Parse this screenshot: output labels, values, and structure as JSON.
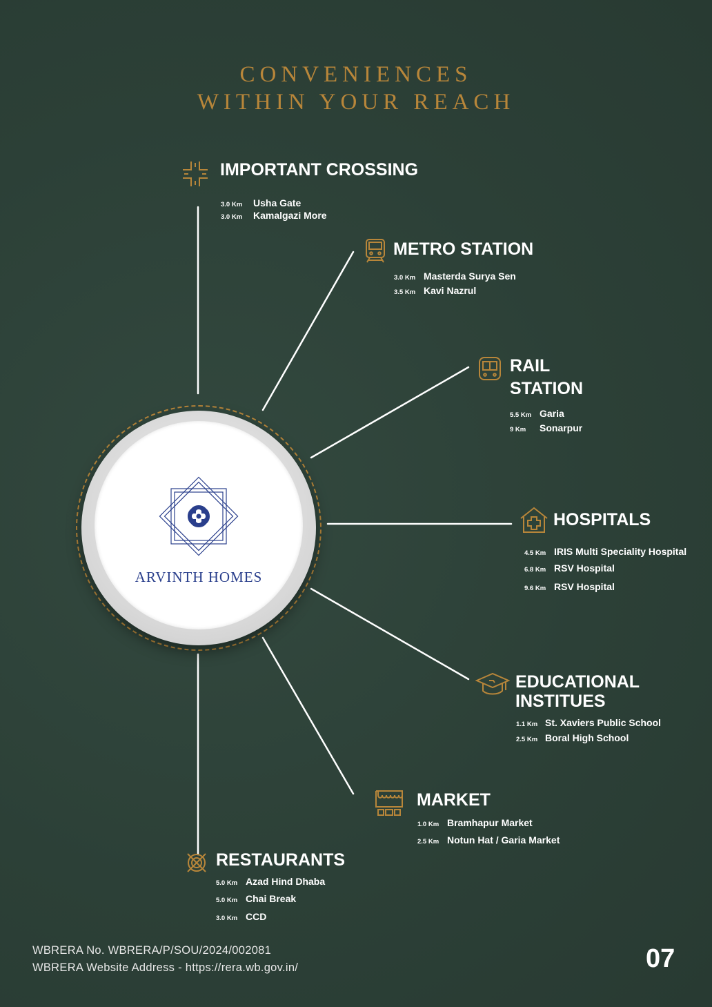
{
  "heading": {
    "line1": "CONVENIENCES",
    "line2": "WITHIN YOUR REACH"
  },
  "brand": {
    "name": "ARVINTH HOMES",
    "logo_icon": "arvinth-homes-logo-icon"
  },
  "colors": {
    "background": "#2d4238",
    "accent": "#b8863a",
    "text": "#ffffff",
    "brand": "#2a3f8c"
  },
  "categories": [
    {
      "icon": "crossroads-icon",
      "title": "IMPORTANT CROSSING",
      "places": [
        {
          "distance": "3.0 Km",
          "name": "Usha Gate"
        },
        {
          "distance": "3.0 Km",
          "name": "Kamalgazi More"
        }
      ]
    },
    {
      "icon": "metro-train-icon",
      "title": "METRO STATION",
      "places": [
        {
          "distance": "3.0 Km",
          "name": "Masterda Surya Sen"
        },
        {
          "distance": "3.5 Km",
          "name": "Kavi Nazrul"
        }
      ]
    },
    {
      "icon": "rail-train-icon",
      "title_line1": "RAIL",
      "title_line2": "STATION",
      "places": [
        {
          "distance": "5.5 Km",
          "name": "Garia"
        },
        {
          "distance": "9 Km",
          "name": "Sonarpur"
        }
      ]
    },
    {
      "icon": "hospital-icon",
      "title": "HOSPITALS",
      "places": [
        {
          "distance": "4.5 Km",
          "name": "IRIS Multi Speciality Hospital"
        },
        {
          "distance": "6.8 Km",
          "name": "RSV Hospital"
        },
        {
          "distance": "9.6 Km",
          "name": "RSV Hospital"
        }
      ]
    },
    {
      "icon": "graduation-cap-icon",
      "title_line1": "EDUCATIONAL",
      "title_line2": "INSTITUES",
      "places": [
        {
          "distance": "1.1 Km",
          "name": "St. Xaviers Public School"
        },
        {
          "distance": "2.5 Km",
          "name": "Boral High School"
        }
      ]
    },
    {
      "icon": "market-icon",
      "title": "MARKET",
      "places": [
        {
          "distance": "1.0 Km",
          "name": "Bramhapur Market"
        },
        {
          "distance": "2.5 Km",
          "name": "Notun Hat / Garia Market"
        }
      ]
    },
    {
      "icon": "restaurant-icon",
      "title": "RESTAURANTS",
      "places": [
        {
          "distance": "5.0 Km",
          "name": "Azad Hind Dhaba"
        },
        {
          "distance": "5.0 Km",
          "name": "Chai Break"
        },
        {
          "distance": "3.0 Km",
          "name": "CCD"
        }
      ]
    }
  ],
  "footer": {
    "rera_no": "WBRERA No. WBRERA/P/SOU/2024/002081",
    "rera_site": "WBRERA Website Address - https://rera.wb.gov.in/",
    "page_number": "07"
  }
}
